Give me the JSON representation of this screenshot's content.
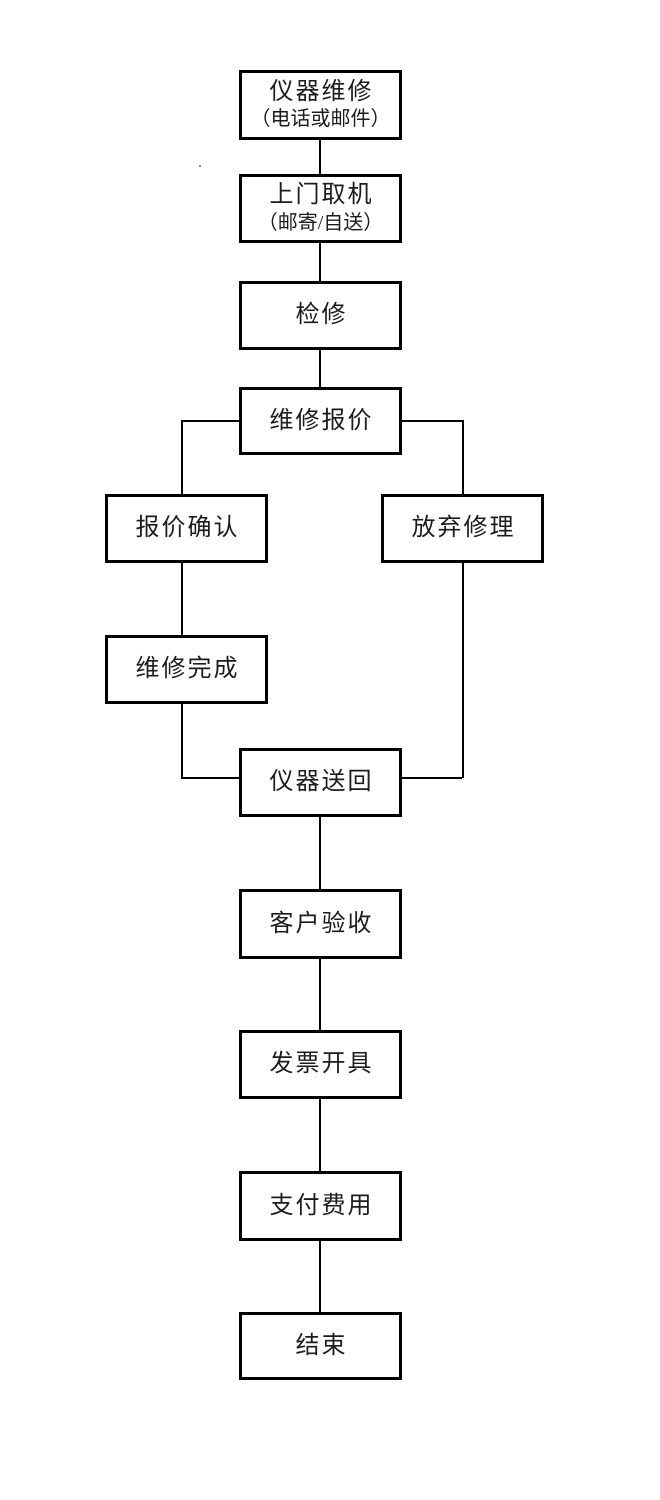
{
  "diagram": {
    "type": "flowchart",
    "colors": {
      "background": "#ffffff",
      "node_border": "#000000",
      "node_fill": "#ffffff",
      "text": "#1c1c1c",
      "connector": "#000000"
    },
    "nodes": {
      "instrument_repair": {
        "line1": "仪器维修",
        "line2": "（电话或邮件）"
      },
      "pickup": {
        "line1": "上门取机",
        "line2": "（邮寄/自送）"
      },
      "inspection": {
        "label": "检修"
      },
      "repair_quote": {
        "label": "维修报价"
      },
      "quote_confirm": {
        "label": "报价确认"
      },
      "abandon_repair": {
        "label": "放弃修理"
      },
      "repair_done": {
        "label": "维修完成"
      },
      "instrument_return": {
        "label": "仪器送回"
      },
      "customer_acceptance": {
        "label": "客户验收"
      },
      "invoice_issue": {
        "label": "发票开具"
      },
      "payment": {
        "label": "支付费用"
      },
      "end": {
        "label": "结束"
      }
    },
    "edges": [
      "仪器维修（电话或邮件） -> 上门取机（邮寄/自送）",
      "上门取机（邮寄/自送） -> 检修",
      "检修 -> 维修报价",
      "维修报价 -> 报价确认",
      "维修报价 -> 放弃修理",
      "报价确认 -> 维修完成",
      "维修完成 -> 仪器送回",
      "放弃修理 -> 仪器送回",
      "仪器送回 -> 客户验收",
      "客户验收 -> 发票开具",
      "发票开具 -> 支付费用",
      "支付费用 -> 结束"
    ]
  }
}
